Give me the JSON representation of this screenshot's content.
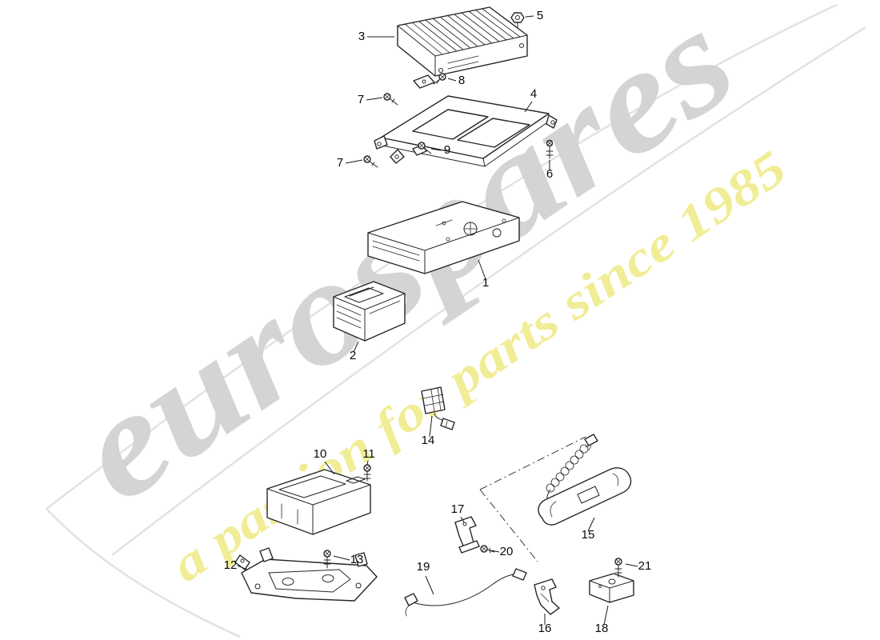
{
  "watermark": {
    "brand": "eurospares",
    "tagline": "a passion for parts since 1985",
    "brand_color": "#d2d2d2",
    "tagline_color": "#f0ec8b"
  },
  "colors": {
    "line": "#262626",
    "swoosh": "#e2e2e2",
    "background": "#ffffff"
  },
  "callouts": {
    "p1": "1",
    "p2": "2",
    "p3": "3",
    "p4": "4",
    "p5": "5",
    "p6": "6",
    "p7": "7",
    "p8": "8",
    "p9": "9",
    "p10": "10",
    "p11": "11",
    "p12": "12",
    "p13": "13",
    "p14": "14",
    "p15": "15",
    "p16": "16",
    "p17": "17",
    "p18": "18",
    "p19": "19",
    "p20": "20",
    "p21": "21"
  }
}
